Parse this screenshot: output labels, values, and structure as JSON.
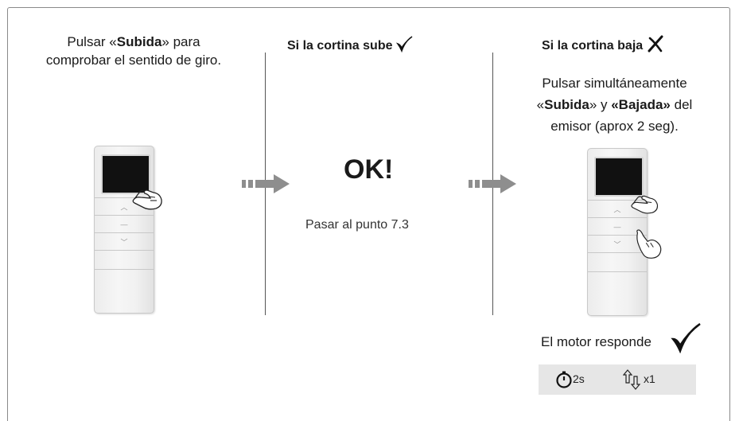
{
  "col1": {
    "line1_before": "Pulsar «",
    "line1_bold": "Subida",
    "line1_after": "» para",
    "line2": "comprobar el sentido de giro."
  },
  "col2": {
    "heading": "Si la cortina sube",
    "ok": "OK!",
    "subtext": "Pasar al punto 7.3",
    "mark_icon": "check-mark-icon"
  },
  "col3": {
    "heading": "Si la cortina baja",
    "mark_icon": "cross-mark-icon",
    "line1": "Pulsar simultáneamente",
    "line2_q1": "«",
    "line2_bold1": "Subida",
    "line2_q2": "» y ",
    "line2_bold2": "«Bajada»",
    "line2_after": " del",
    "line3": "emisor (aprox 2 seg).",
    "motor_response": "El motor responde",
    "badge": {
      "timer_label": "2s",
      "timer_icon": "stopwatch-icon",
      "move_label": "x1",
      "move_icon": "up-down-arrows-icon"
    }
  },
  "arrows": [
    "double-arrow-right-icon",
    "double-arrow-right-icon"
  ],
  "remote_icon": "remote-control-icon",
  "hand_icon": "pressing-hand-icon"
}
